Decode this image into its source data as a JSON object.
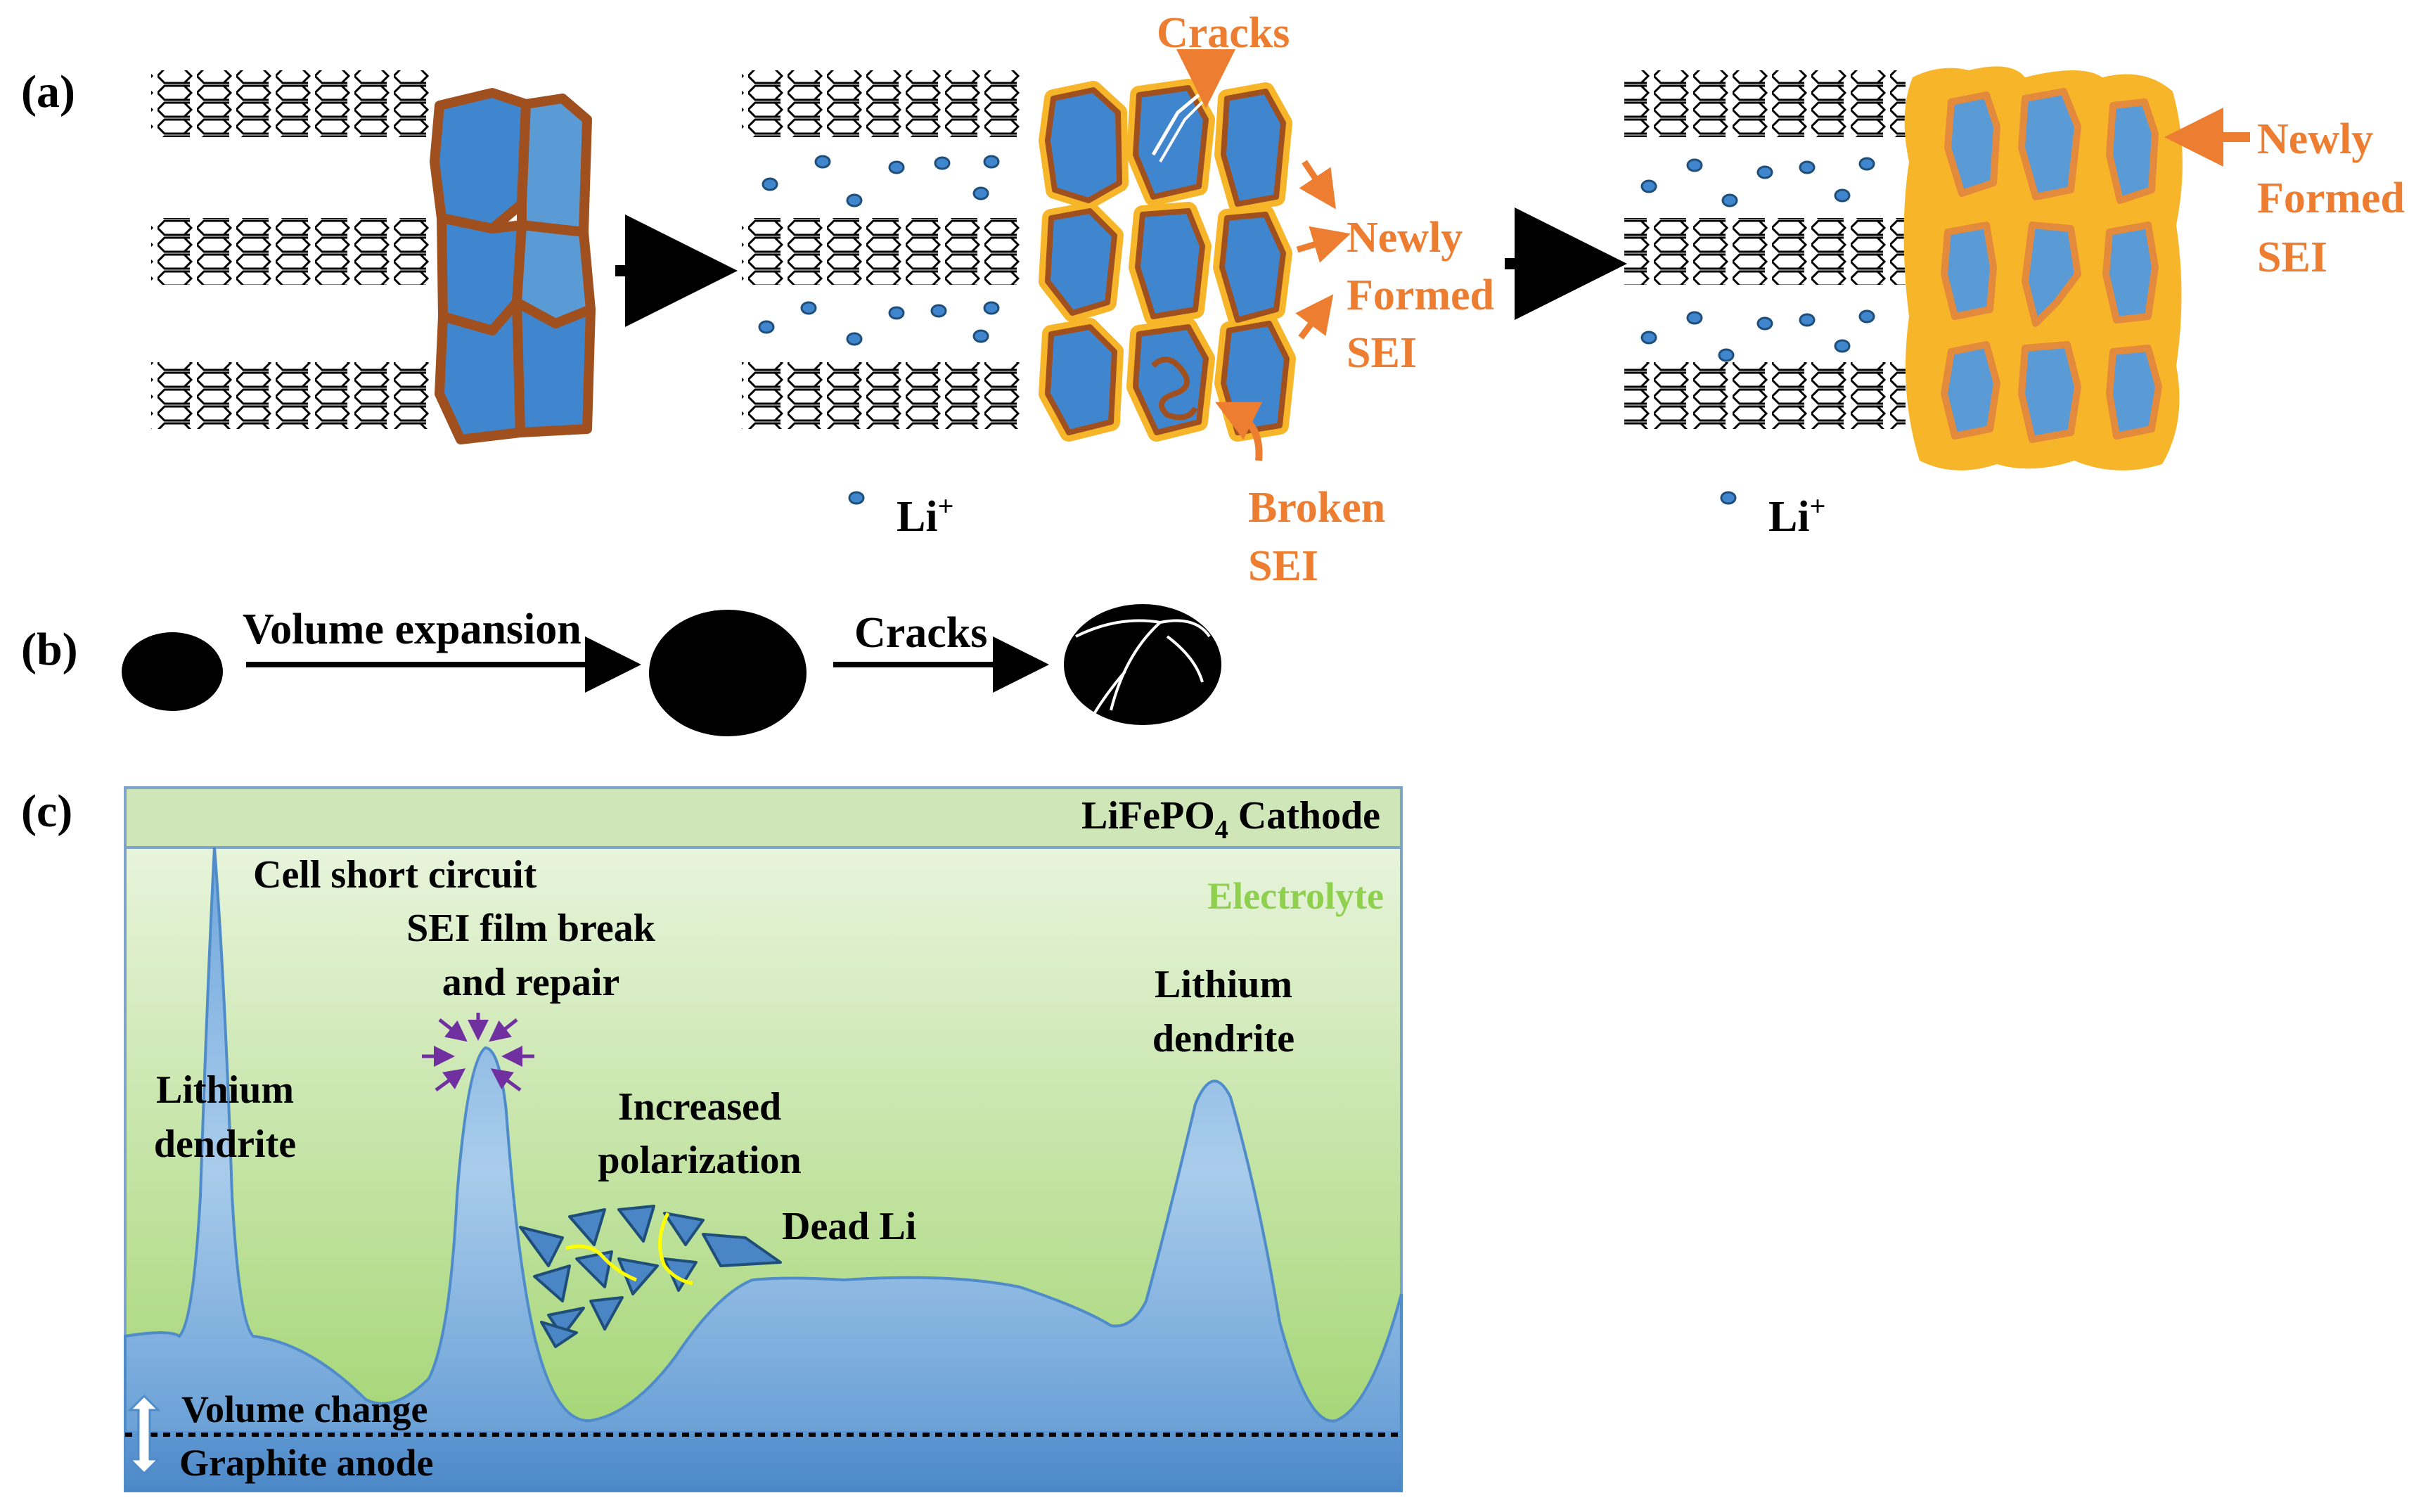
{
  "panel_a": {
    "label": "(a)",
    "cracks": "Cracks",
    "newly_formed_sei_1": "Newly",
    "newly_formed_sei_2": "Formed",
    "newly_formed_sei_3": "SEI",
    "broken_sei_1": "Broken",
    "broken_sei_2": "SEI",
    "li_ion_base": "Li",
    "li_ion_sup": "+"
  },
  "panel_b": {
    "label": "(b)",
    "volume_expansion": "Volume expansion",
    "cracks": "Cracks"
  },
  "panel_c": {
    "label": "(c)",
    "cathode_prefix": "LiFePO",
    "cathode_sub": "4",
    "cathode_suffix": " Cathode",
    "electrolyte": "Electrolyte",
    "cell_short_circuit": "Cell short circuit",
    "sei_film_1": "SEI film break",
    "sei_film_2": "and repair",
    "lithium_dendrite_left_1": "Lithium",
    "lithium_dendrite_left_2": "dendrite",
    "increased_polarization_1": "Increased",
    "increased_polarization_2": "polarization",
    "dead_li": "Dead Li",
    "lithium_dendrite_right_1": "Lithium",
    "lithium_dendrite_right_2": "dendrite",
    "volume_change": "Volume change",
    "graphite_anode": "Graphite anode"
  },
  "colors": {
    "particle_blue": "#3f86cf",
    "particle_light": "#5b9bd5",
    "sei_brown": "#a0501f",
    "sei_yellow": "#f7b52a",
    "annotation_orange": "#ed7d31",
    "electrolyte_green": "#8fd14f",
    "cathode_green": "#cfe6b9",
    "anode_blue": "#4f8cc9",
    "arrow_purple": "#7030a0",
    "crack_yellow": "#ffff00"
  }
}
